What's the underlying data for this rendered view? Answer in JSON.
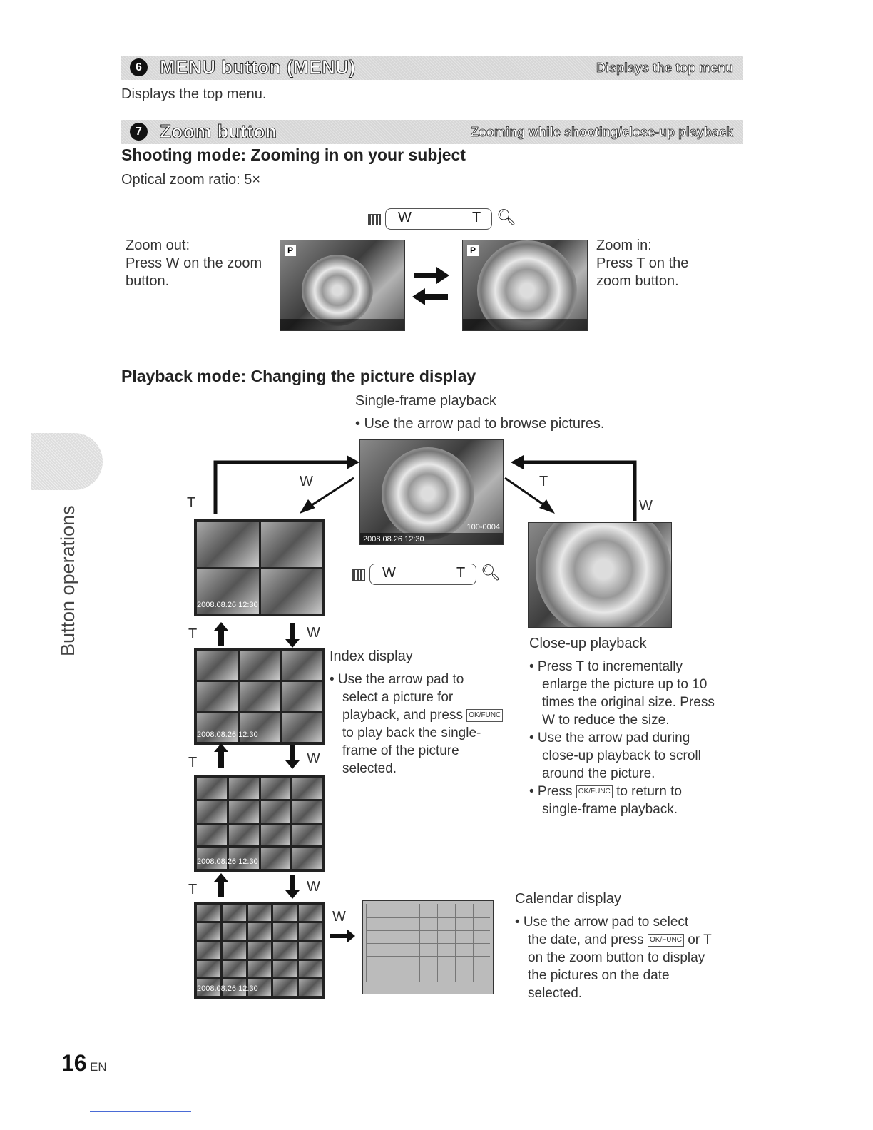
{
  "section6": {
    "number": "6",
    "title": "MENU button (MENU)",
    "right": "Displays the top menu",
    "desc": "Displays the top menu."
  },
  "section7": {
    "number": "7",
    "title": "Zoom button",
    "right": "Zooming while shooting/close-up playback"
  },
  "shooting": {
    "heading": "Shooting mode: Zooming in on your subject",
    "optical": "Optical zoom ratio: 5×",
    "zoom_out": [
      "Zoom out:",
      "Press W on the zoom",
      "button."
    ],
    "zoom_in": [
      "Zoom in:",
      "Press T on the",
      "zoom button."
    ],
    "left_badge": "P",
    "right_badge": "P"
  },
  "zoom_control": {
    "w": "W",
    "t": "T"
  },
  "playback": {
    "heading": "Playback mode: Changing the picture display",
    "single_title": "Single-frame playback",
    "single_bullet": "• Use the arrow pad to browse pictures.",
    "single_timestamp": "2008.08.26  12:30",
    "single_counter": "100-0004",
    "index_title": "Index display",
    "index_bullets": [
      "• Use the arrow pad to",
      "select a picture for",
      "playback, and press",
      "to play back the single-",
      "frame of the picture",
      "selected."
    ],
    "closeup_title": "Close-up playback",
    "closeup_bullets": [
      "• Press T to incrementally",
      "enlarge the picture up to 10",
      "times the original size. Press",
      "W to reduce the size.",
      "• Use the arrow pad during",
      "close-up playback to scroll",
      "around the picture.",
      "• Press",
      "to return to",
      "single-frame playback."
    ],
    "calendar_title": "Calendar display",
    "calendar_bullets": [
      "• Use the arrow pad to select",
      "the date, and press",
      "or T",
      "on the zoom button to display",
      "the pictures on the date",
      "selected."
    ],
    "okfunc": "OK/FUNC",
    "thumb_timestamp": "2008.08.26  12:30",
    "labels": {
      "T": "T",
      "W": "W"
    }
  },
  "sidebar": "Button operations",
  "page": {
    "number": "16",
    "lang": "EN"
  }
}
